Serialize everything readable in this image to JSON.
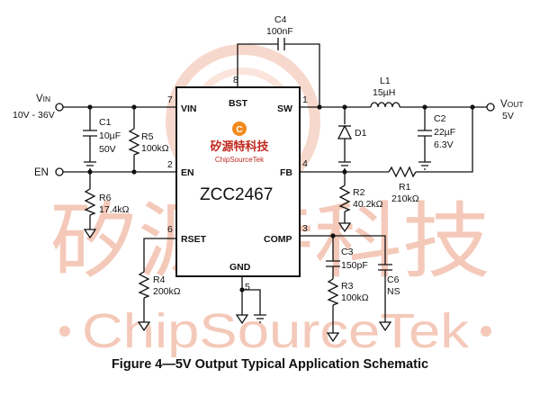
{
  "watermark": {
    "cn_text": "矽源特科技",
    "en_text": "ChipSourceTek",
    "logo_cn": "矽源特科技",
    "logo_en": "ChipSourceTek"
  },
  "chip": {
    "name": "ZCC2467",
    "pins": {
      "vin": "VIN",
      "en": "EN",
      "rset": "RSET",
      "bst": "BST",
      "sw": "SW",
      "fb": "FB",
      "comp": "COMP",
      "gnd": "GND"
    },
    "pin_numbers": {
      "vin": "7",
      "en": "2",
      "rset": "6",
      "bst": "8",
      "sw": "1",
      "fb": "4",
      "comp": "3",
      "gnd": "5"
    }
  },
  "inputs": {
    "vin_label_main": "V",
    "vin_label_sub": "IN",
    "vin_range": "10V - 36V",
    "en_label": "EN"
  },
  "outputs": {
    "vout_label_main": "V",
    "vout_label_sub": "OUT",
    "vout_value": "5V"
  },
  "components": {
    "c1": {
      "name": "C1",
      "value1": "10µF",
      "value2": "50V"
    },
    "r5": {
      "name": "R5",
      "value": "100kΩ"
    },
    "r6": {
      "name": "R6",
      "value": "17.4kΩ"
    },
    "r4": {
      "name": "R4",
      "value": "200kΩ"
    },
    "c4": {
      "name": "C4",
      "value": "100nF"
    },
    "l1": {
      "name": "L1",
      "value": "15µH"
    },
    "d1": {
      "name": "D1"
    },
    "c2": {
      "name": "C2",
      "value1": "22µF",
      "value2": "6.3V"
    },
    "r1": {
      "name": "R1",
      "value": "210kΩ"
    },
    "r2": {
      "name": "R2",
      "value": "40.2kΩ"
    },
    "c3": {
      "name": "C3",
      "value": "150pF"
    },
    "r3": {
      "name": "R3",
      "value": "100kΩ"
    },
    "c6": {
      "name": "C6",
      "value": "NS"
    }
  },
  "caption": "Figure 4—5V Output Typical Application Schematic"
}
